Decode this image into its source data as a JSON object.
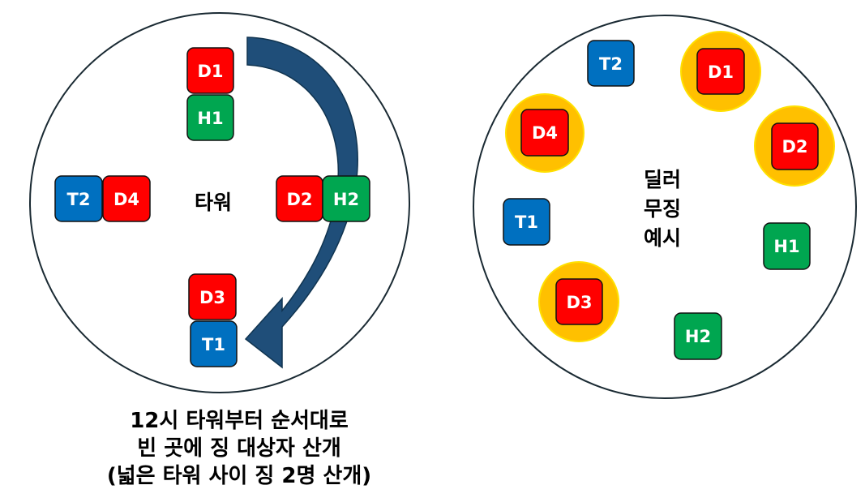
{
  "colors": {
    "dealer": "#ff0000",
    "healer": "#00a650",
    "tank": "#0070c0",
    "highlight": "#ffc000",
    "highlight_border": "#ffe000",
    "outline": "#1a2a33",
    "arrow": "#1f4e79"
  },
  "left_panel": {
    "center_label": "타워",
    "tiles": {
      "d1": "D1",
      "h1": "H1",
      "t2": "T2",
      "d4": "D4",
      "d2": "D2",
      "h2": "H2",
      "d3": "D3",
      "t1": "T1"
    }
  },
  "right_panel": {
    "center_label_lines": [
      "딜러",
      "무징",
      "예시"
    ],
    "tiles": {
      "t2": "T2",
      "d1": "D1",
      "d4": "D4",
      "d2": "D2",
      "t1": "T1",
      "h1": "H1",
      "d3": "D3",
      "h2": "H2"
    }
  },
  "caption": {
    "line1": "12시 타워부터 순서대로",
    "line2": "빈 곳에 징 대상자 산개",
    "line3": "(넓은 타워 사이 징 2명 산개)"
  }
}
